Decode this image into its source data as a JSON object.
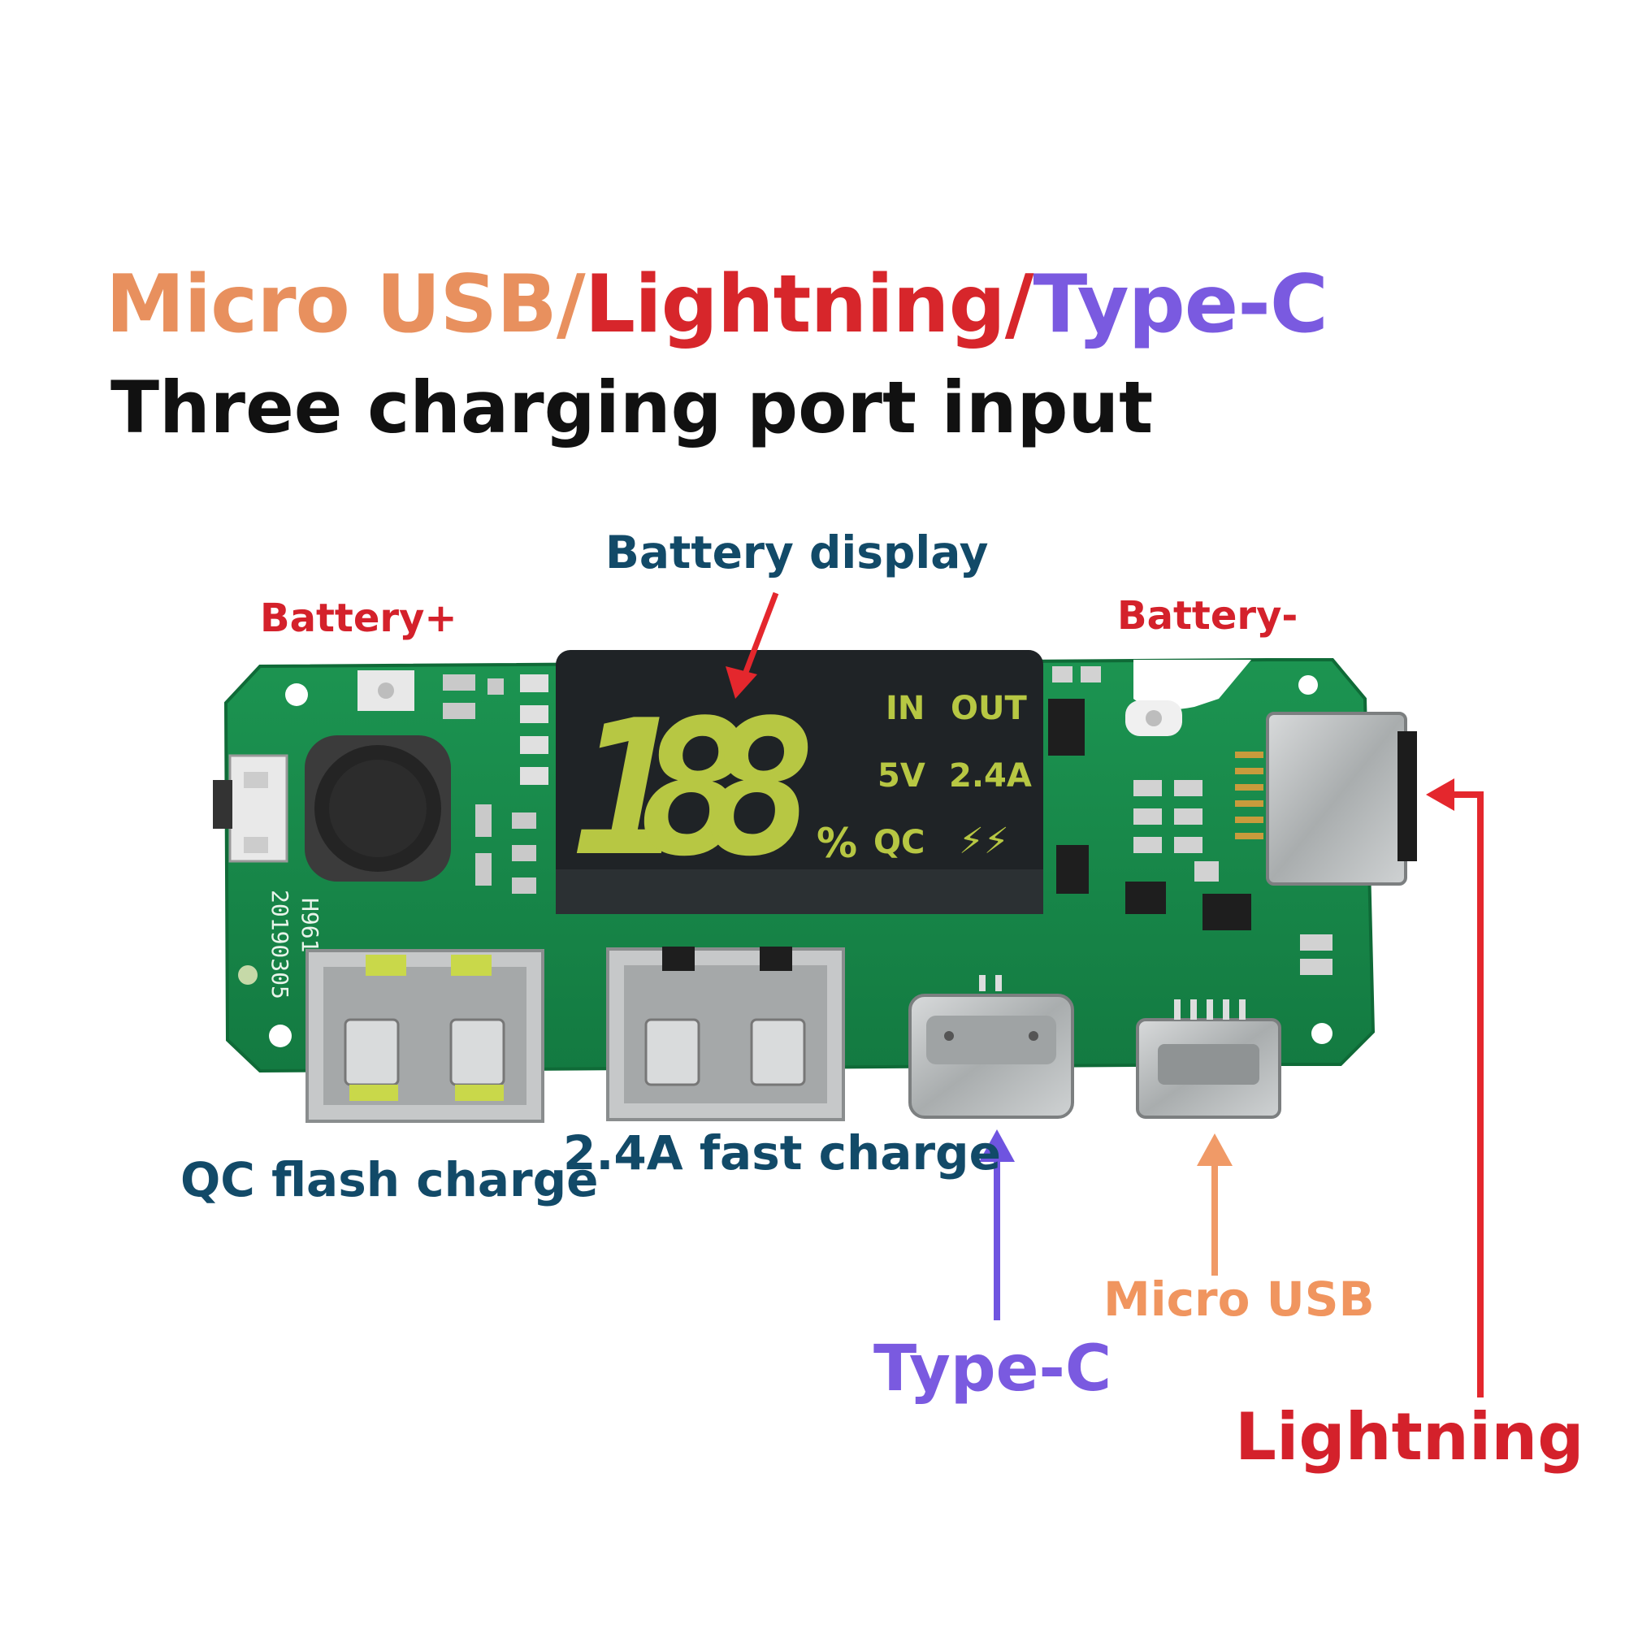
{
  "title": {
    "part1": "Micro USB",
    "sep1": "/",
    "part2": "Lightning",
    "sep2": "/",
    "part3": "Type-C",
    "color1": "#e8905e",
    "color2": "#d7262b",
    "color3": "#7a5ae0"
  },
  "subtitle": "Three charging port input",
  "labels": {
    "battery_display": "Battery display",
    "battery_plus": "Battery+",
    "battery_minus": "Battery-",
    "qc_flash": "QC flash charge",
    "fast_charge": "2.4A fast charge",
    "type_c": "Type-C",
    "micro_usb": "Micro USB",
    "lightning": "Lightning"
  },
  "display": {
    "digits": "188",
    "percent": "%",
    "in": "IN",
    "out": "OUT",
    "volt": "5V",
    "amp": "2.4A",
    "qc": "QC",
    "bolt": "⚡⚡"
  },
  "silkscreen": {
    "date_code": "20190305",
    "model": "H961"
  },
  "colors": {
    "pcb": "#17894a",
    "pcb_dark": "#0f6a37",
    "display_bg": "#1f2326",
    "segment": "#b7c743",
    "teal_label": "#124a68",
    "red_label": "#d4212b",
    "orange_label": "#e8905e",
    "purple_label": "#7a5ae0",
    "metal": "#b9bcbd"
  }
}
